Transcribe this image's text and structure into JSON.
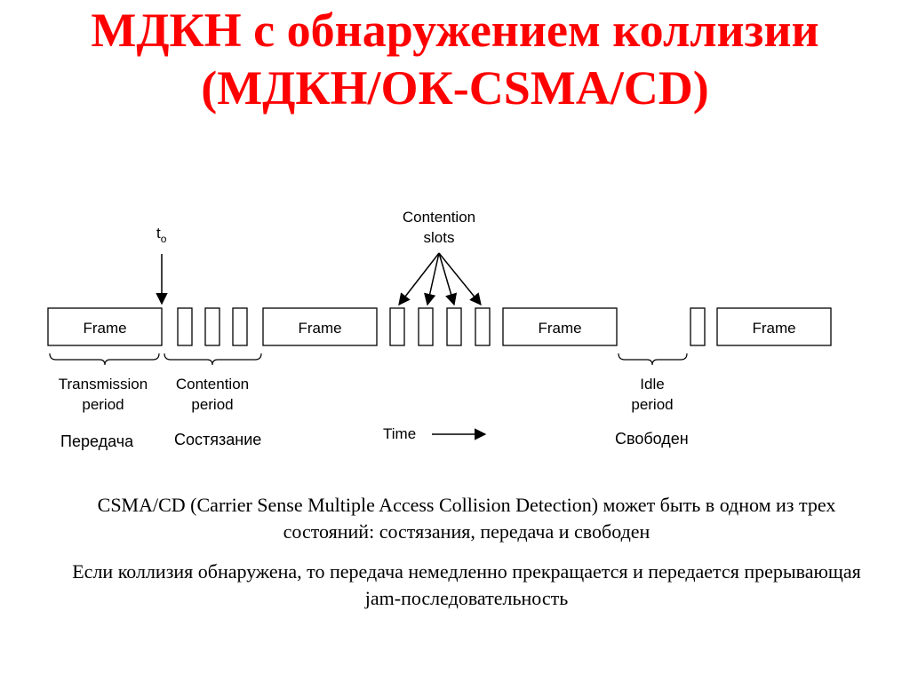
{
  "title": {
    "line1": "МДКН с обнаружением коллизии",
    "line2": "(МДКН/ОК-CSMA/CD)"
  },
  "diagram": {
    "t0_label": "t",
    "t0_subscript": "o",
    "contention_slots_label": [
      "Contention",
      "slots"
    ],
    "frame_label": "Frame",
    "transmission_period": [
      "Transmission",
      "period"
    ],
    "contention_period": [
      "Contention",
      "period"
    ],
    "idle_period": [
      "Idle",
      "period"
    ],
    "time_label": "Time",
    "ru_transmission": "Передача",
    "ru_contention": "Состязание",
    "ru_idle": "Свободен"
  },
  "body": {
    "paragraph1": "CSMA/CD (Carrier Sense Multiple Access Collision Detection) может быть в одном из трех состояний: состязания, передача и свободен",
    "paragraph2": "Если коллизия обнаружена, то передача немедленно прекращается и передается прерывающая jam-последовательность"
  },
  "colors": {
    "title": "#ff0000",
    "text": "#000000"
  }
}
